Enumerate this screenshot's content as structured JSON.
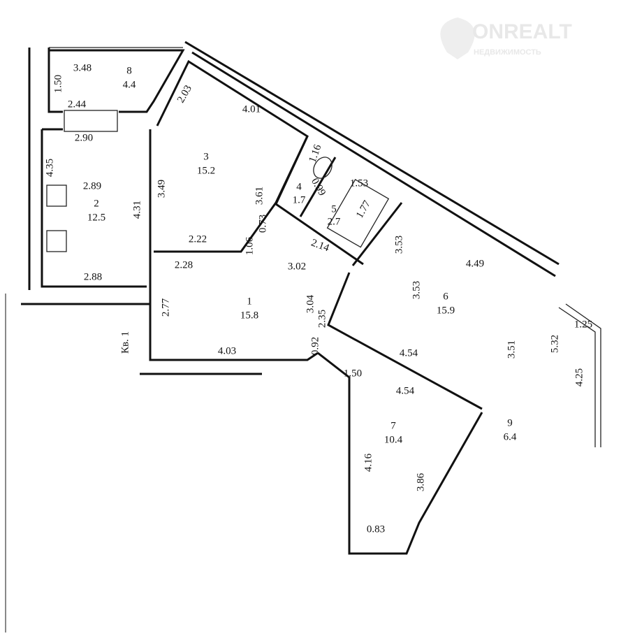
{
  "watermark": {
    "brand": "ONREALT",
    "subtitle": "НЕДВИЖИМОСТЬ"
  },
  "rooms": [
    {
      "number": "1",
      "area": "15.8"
    },
    {
      "number": "2",
      "area": "12.5"
    },
    {
      "number": "3",
      "area": "15.2"
    },
    {
      "number": "4",
      "area": "1.7"
    },
    {
      "number": "5",
      "area": "2.7"
    },
    {
      "number": "6",
      "area": "15.9"
    },
    {
      "number": "7",
      "area": "10.4"
    },
    {
      "number": "8",
      "area": "4.4"
    },
    {
      "number": "9",
      "area": "6.4"
    }
  ],
  "apartment_label": "Кв. 1",
  "dims": [
    "3.48",
    "1.50",
    "2.44",
    "2.90",
    "4.35",
    "2.89",
    "4.31",
    "2.88",
    "2.03",
    "4.01",
    "3.49",
    "3.61",
    "2.22",
    "1.06",
    "0.73",
    "2.28",
    "3.02",
    "3.04",
    "2.35",
    "2.77",
    "4.03",
    "1.16",
    "0.99",
    "1.53",
    "1.77",
    "2.14",
    "3.53",
    "3.53",
    "4.49",
    "0.92",
    "4.54",
    "3.51",
    "5.32",
    "1.25",
    "4.25",
    "1.50",
    "4.54",
    "4.16",
    "3.86",
    "0.83"
  ]
}
